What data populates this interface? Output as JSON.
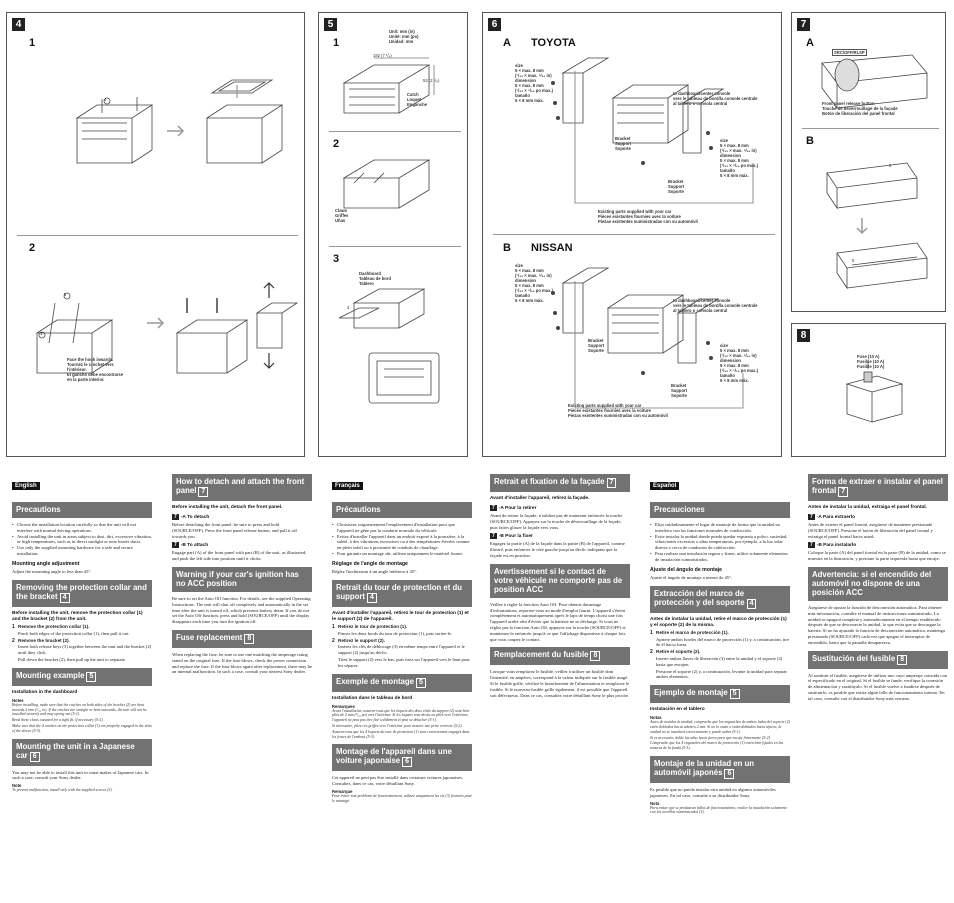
{
  "panels": {
    "p4": {
      "num": "4",
      "sub1": "1",
      "sub2": "2",
      "label_a": "4",
      "label_b": "5",
      "label_c": "1",
      "caption": "Face the hook inwards.\nTournez le crochet vers\nl'intérieur.\nEl gancho debe encontrarse\nen la parte interior."
    },
    "p5": {
      "num": "5",
      "sub1": "1",
      "sub2": "2",
      "sub3": "3",
      "units": "Unit: mm (in)\nUnité: mm (po)\nUnidad: mm",
      "dim1": "182 (7 ¹/₄)",
      "dim2": "53 (2 ¹/₈)",
      "catch": "Catch\nLoquet\nEnganche",
      "claws": "Claws\nGriffes\nUñas",
      "dashboard": "Dashboard\nTableau de bord\nTablero",
      "label_d": "4"
    },
    "p6": {
      "num": "6",
      "a_label": "A",
      "a_title": "TOYOTA",
      "b_label": "B",
      "b_title": "NISSAN",
      "size_text": "size\n5 × max. 8 mm\n(⁷/₃₂ × max. ⁵/₁₆ in)\ndimension\n5 × max. 8 mm\n(⁷/₃₂ × ⁵/₁₆ po max.)\ntamaño\n5 × 8 mm máx.",
      "console_text": "to dashboard/center console\nvers le tableau de bord/la console centrale\nal tablero o consola central",
      "bracket_text": "Bracket\nSupport\nSoporte",
      "existing_text": "Existing parts supplied with your car\nPièces existantes fournies avec la voiture\nPiezas existentes suministradas con su automóvil"
    },
    "p7": {
      "num": "7",
      "a_label": "A",
      "b_label": "B",
      "button_label": "SRC/OFF/RLSP",
      "release_text": "Front panel release button\nTouche de déverrouillage de la façade\nBotón de liberación del panel frontal",
      "label_e": "5",
      "label_f": "5"
    },
    "p8": {
      "num": "8",
      "fuse_text": "Fuse (10 A)\nFusible (10 A)\nFusible (10 A)"
    }
  },
  "columns": {
    "en": {
      "lang": "English",
      "precautions": "Precautions",
      "prec_items": [
        "Choose the installation location carefully so that the unit will not interfere with normal driving operations.",
        "Avoid installing the unit in areas subject to dust, dirt, excessive vibration, or high temperatures, such as in direct sunlight or near heater ducts.",
        "Use only the supplied mounting hardware for a safe and secure installation."
      ],
      "angle_head": "Mounting angle adjustment",
      "angle_text": "Adjust the mounting angle to less than 45°.",
      "remove_head": "Removing the protection collar and the bracket",
      "remove_badge": "4",
      "remove_intro": "Before installing the unit, remove the protection collar (1) and the bracket (2) from the unit.",
      "remove_s1": "Remove the protection collar (1).",
      "remove_s1b": "Pinch both edges of the protection collar (1), then pull it out.",
      "remove_s2": "Remove the bracket (2).",
      "remove_s2a": "Insert both release keys (3) together between the unit and the bracket (2) until they click.",
      "remove_s2b": "Pull down the bracket (2), then pull up the unit to separate.",
      "example_head": "Mounting example",
      "example_badge": "5",
      "example_sub": "Installation in the dashboard",
      "notes_label": "Notes",
      "example_notes": [
        "Before installing, make sure that the catches on both sides of the bracket (2) are bent inwards 2 mm (³/₃₂ in). If the catches are straight or bent outwards, the unit will not be installed securely and may spring out (5-1).",
        "Bend these claws outward for a tight fit, if necessary (5-2).",
        "Make sure that the 4 catches on the protection collar (1) are properly engaged in the slots of the sleeve (5-3)."
      ],
      "japanese_head": "Mounting the unit in a Japanese car",
      "japanese_badge": "6",
      "japanese_text": "You may not be able to install this unit in some makes of Japanese cars. In such a case, consult your Sony dealer.",
      "note_label": "Note",
      "japanese_note": "To prevent malfunction, install only with the supplied screws (3)."
    },
    "en2": {
      "detach_head": "How to detach and attach the front panel",
      "detach_badge": "7",
      "detach_intro": "Before installing the unit, detach the front panel.",
      "a_head": "-A To detach",
      "a_tag": "7",
      "a_text": "Before detaching the front panel, be sure to press and hold (SOURCE/OFF). Press the front panel release button, and pull it off towards you.",
      "b_head": "-B To attach",
      "b_tag": "7",
      "b_text": "Engage part (A) of the front panel with part (B) of the unit, as illustrated, and push the left side into position until it clicks.",
      "warning_head": "Warning if your car's ignition has no ACC position",
      "warning_text": "Be sure to set the Auto Off function. For details, see the supplied Operating Instructions. The unit will shut off completely and automatically in the set time after the unit is turned off, which prevents battery drain. If you do not set the Auto Off function, press and hold (SOURCE/OFF) until the display disappears each time you turn the ignition off.",
      "fuse_head": "Fuse replacement",
      "fuse_badge": "8",
      "fuse_text": "When replacing the fuse, be sure to use one matching the amperage rating stated on the original fuse. If the fuse blows, check the power connection and replace the fuse. If the fuse blows again after replacement, there may be an internal malfunction. In such a case, consult your nearest Sony dealer."
    },
    "fr": {
      "lang": "Français",
      "precautions": "Précautions",
      "prec_items": [
        "Choisissez soigneusement l'emplacement d'installation pour que l'appareil ne gêne pas la conduite normale du véhicule.",
        "Evitez d'installer l'appareil dans un endroit exposé à la poussière, à la saleté, à des vibrations excessives ou à des températures élevées comme en plein soleil ou à proximité de conduits de chauffage.",
        "Pour garantir un montage sûr, utilisez uniquement le matériel fourni."
      ],
      "angle_head": "Réglage de l'angle de montage",
      "angle_text": "Réglez l'inclinaison à un angle inférieur à 45°.",
      "remove_head": "Retrait du tour de protection et du support",
      "remove_badge": "4",
      "remove_intro": "Avant d'installer l'appareil, retirez le tour de protection (1) et le support (2) de l'appareil.",
      "remove_s1": "Retirez le tour de protection (1).",
      "remove_s1b": "Pincez les deux bords du tour de protection (1), puis sortez-le.",
      "remove_s2": "Retirez le support (2).",
      "remove_s2a": "Insérez les clés de déblocage (3) en même temps entre l'appareil et le support (2) jusqu'au déclic.",
      "remove_s2b": "Tirez le support (2) vers le bas, puis tirez sur l'appareil vers le haut pour les séparer.",
      "example_head": "Exemple de montage",
      "example_badge": "5",
      "example_sub": "Installation dans le tableau de bord",
      "notes_label": "Remarques",
      "example_notes": [
        "Avant l'installation, assurez-vous que les loquets des deux côtés du support (2) sont bien pliés de 2 mm (³/₃₂ po) vers l'intérieur. Si les loquets sont droits ou pliés vers l'extérieur, l'appareil ne peut pas être fixé solidement et peut se détacher (5-1).",
        "Si nécessaire, pliez ces griffes vers l'extérieur pour assurer une prise correcte (5-2).",
        "Assurez-vous que les 4 loquets du tour de protection (1) sont correctement engagés dans les fentes de l'embout (5-3)."
      ],
      "japanese_head": "Montage de l'appareil dans une voiture japonaise",
      "japanese_badge": "6",
      "japanese_text": "Cet appareil ne peut pas être installé dans certaines voitures japonaises. Consultez, dans ce cas, votre détaillant Sony.",
      "note_label": "Remarque",
      "japanese_note": "Pour éviter tout problème de fonctionnement, utilisez uniquement les vis (3) fournies pour le montage."
    },
    "fr2": {
      "detach_head": "Retrait et fixation de la façade",
      "detach_badge": "7",
      "detach_intro": "Avant d'installer l'appareil, retirez la façade.",
      "a_head": "-A Pour la retirer",
      "a_tag": "7",
      "a_text": "Avant de retirer la façade, n'oubliez pas de maintenir enfoncée la touche (SOURCE/OFF). Appuyez sur la touche de déverrouillage de la façade, puis faites glisser la façade vers vous.",
      "b_head": "-B Pour la fixer",
      "b_tag": "7",
      "b_text": "Engagez la partie (A) de la façade dans la partie (B) de l'appareil, comme illustré, puis enfoncez le côté gauche jusqu'au déclic indiquant que la façade est en position.",
      "warning_head": "Avertissement si le contact de votre véhicule ne comporte pas de position ACC",
      "warning_text": "Veillez à régler la fonction Auto Off. Pour obtenir davantage d'informations, reportez-vous au mode d'emploi fourni. L'appareil s'éteint complètement et automatiquement après le laps de temps choisi une fois l'appareil arrêté afin d'éviter que la batterie ne se décharge. Si vous ne réglez pas la fonction Auto Off, appuyez sur la touche (SOURCE/OFF) et maintenez-la enfoncée jusqu'à ce que l'affichage disparaisse à chaque fois que vous coupez le contact.",
      "fuse_head": "Remplacement du fusible",
      "fuse_badge": "8",
      "fuse_text": "Lorsque vous remplacez le fusible, veillez à utiliser un fusible dont l'intensité, en ampères, correspond à la valeur indiquée sur le fusible usagé. Si le fusible grille, vérifiez le branchement de l'alimentation et remplacez le fusible. Si le nouveau fusible grille également, il est possible que l'appareil soit défectueux. Dans ce cas, consultez votre détaillant Sony le plus proche."
    },
    "es": {
      "lang": "Español",
      "precautions": "Precauciones",
      "prec_items": [
        "Elija cuidadosamente el lugar de montaje de forma que la unidad no interfiera con las funciones normales de conducción.",
        "Evite instalar la unidad donde pueda quedar expuesta a polvo, suciedad, vibraciones excesivas o altas temperaturas, por ejemplo, a la luz solar directa o cerca de conductos de calefacción.",
        "Para realizar una instalación segura y firme, utilice solamente elementos de instalación suministrados."
      ],
      "angle_head": "Ajuste del ángulo de montaje",
      "angle_text": "Ajuste el ángulo de montaje a menos de 45°.",
      "remove_head": "Extracción del marco de protección y del soporte",
      "remove_badge": "4",
      "remove_intro": "Antes de instalar la unidad, retire el marco de protección (1) y el soporte (2) de la misma.",
      "remove_s1": "Retire el marco de protección (1).",
      "remove_s1b": "Apriete ambos bordes del marco de protección (1) y, a continuación, tire de él hacia fuera.",
      "remove_s2": "Retire el soporte (2).",
      "remove_s2a": "Inserte ambas llaves de liberación (3) entre la unidad y el soporte (2) hasta que encajen.",
      "remove_s2b": "Presione el soporte (2) y, a continuación, levante la unidad para separar ambos elementos.",
      "example_head": "Ejemplo de montaje",
      "example_badge": "5",
      "example_sub": "Instalación en el tablero",
      "notes_label": "Notas",
      "example_notes": [
        "Antes de instalar la unidad, compruebe que los enganches de ambos lados del soporte (2) estén doblados hacia adentro 2 mm. Si no lo están o están doblados hacia afuera, la unidad no se instalará correctamente y puede saltar (5-1).",
        "Si es necesario, doble las uñas hacia fuera para que encaje firmemente (5-2).",
        "Compruebe que los 4 enganches del marco de protección (1) estén bien fijados en las ranuras de la funda (5-3)."
      ],
      "japanese_head": "Montaje de la unidad en un automóvil japonés",
      "japanese_badge": "6",
      "japanese_text": "Es posible que no pueda instalar esta unidad en algunos automóviles japoneses. En tal caso, consulte a su distribuidor Sony.",
      "note_label": "Nota",
      "japanese_note": "Para evitar que se produzcan fallos de funcionamiento, realice la instalación solamente con los tornillos suministrados (3)."
    },
    "es2": {
      "detach_head": "Forma de extraer e instalar el panel frontal",
      "detach_badge": "7",
      "detach_intro": "Antes de instalar la unidad, extraiga el panel frontal.",
      "a_head": "-A Para extraerlo",
      "a_tag": "7",
      "a_text": "Antes de extraer el panel frontal, asegúrese de mantener presionado (SOURCE/OFF). Presione el botón de liberación del panel frontal y extraiga el panel frontal hacia usted.",
      "b_head": "-B Para instalarlo",
      "b_tag": "7",
      "b_text": "Coloque la parte (A) del panel frontal en la parte (B) de la unidad, como se muestra en la ilustración, y presione la parte izquierda hasta que encaje.",
      "warning_head": "Advertencia: si el encendido del automóvil no dispone de una posición ACC",
      "warning_text": "Asegúrese de ajustar la función de desconexión automática. Para obtener más información, consulte el manual de instrucciones suministrado. La unidad se apagará completa y automáticamente en el tiempo establecido después de que se desconecte la unidad, lo que evita que se descargue la batería. Si no ha ajustado la función de desconexión automática, mantenga presionado (SOURCE/OFF) cada vez que apague el interruptor de encendido, hasta que la pantalla desaparezca.",
      "fuse_head": "Sustitución del fusible",
      "fuse_badge": "8",
      "fuse_text": "Al sustituir el fusible, asegúrese de utilizar uno cuyo amperaje coincida con el especificado en el original. Si el fusible se funde, verifique la conexión de alimentación y sustitúyalo. Si el fusible vuelve a fundirse después de sustituirlo, es posible que exista algún fallo de funcionamiento interno. En tal caso, consulte con el distribuidor Sony más cercano."
    }
  }
}
